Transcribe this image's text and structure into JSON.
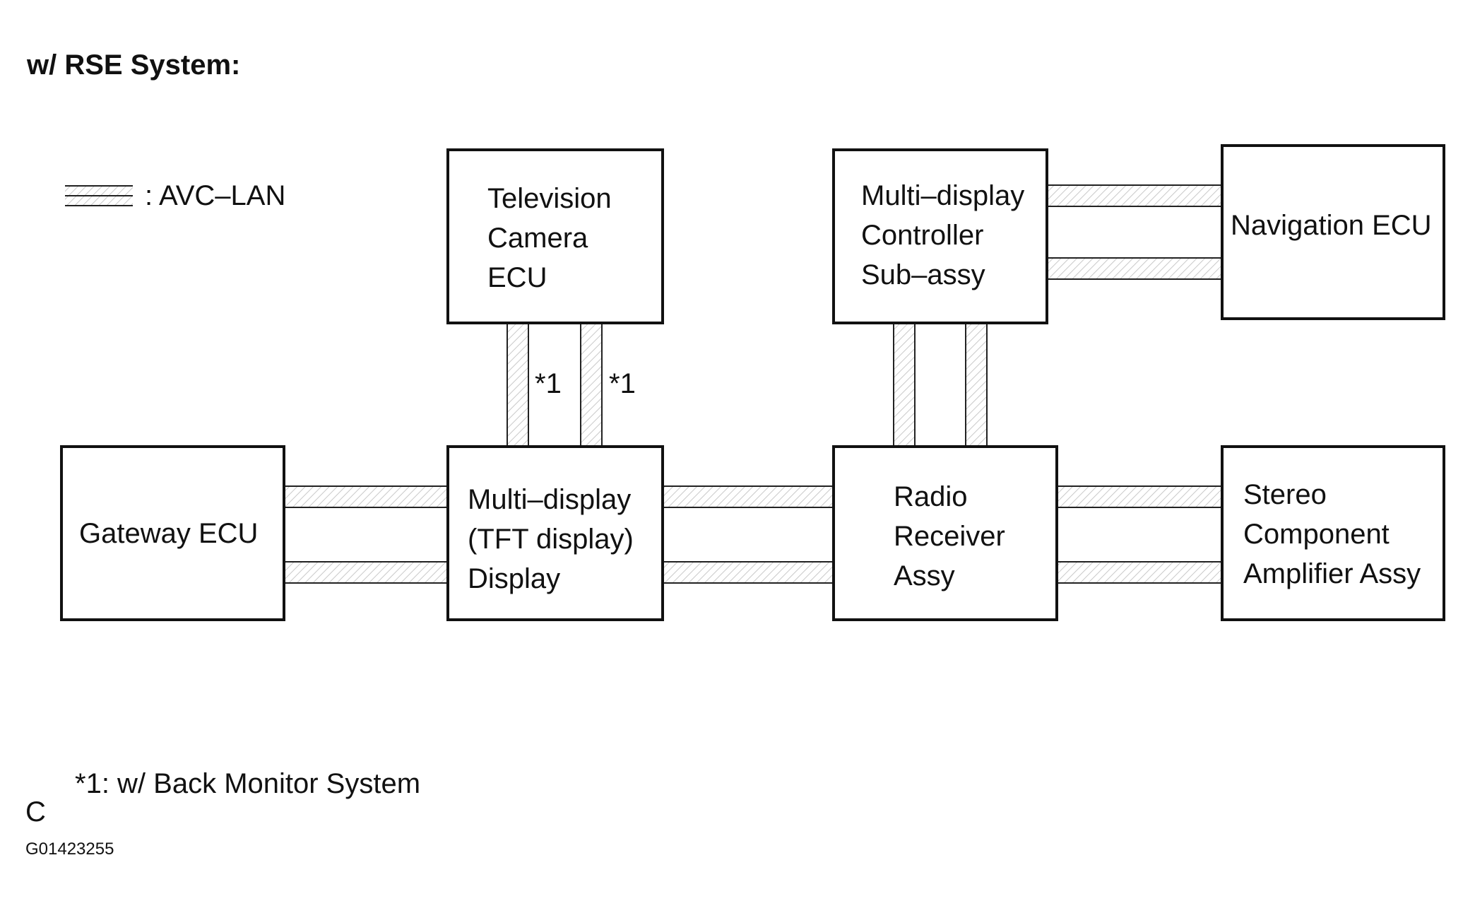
{
  "title": "w/ RSE System:",
  "legend": {
    "label": ": AVC–LAN"
  },
  "nodes": {
    "tv_camera": [
      "Television",
      "Camera",
      "ECU"
    ],
    "md_controller": [
      "Multi–display",
      "Controller",
      "Sub–assy"
    ],
    "navigation": [
      "Navigation ECU"
    ],
    "gateway": [
      "Gateway ECU"
    ],
    "multi_display": [
      "Multi–display",
      "(TFT display)",
      "Display"
    ],
    "radio": [
      "Radio",
      "Receiver",
      "Assy"
    ],
    "stereo": [
      "Stereo",
      "Component",
      "Amplifier Assy"
    ]
  },
  "markers": {
    "left": "*1",
    "right": "*1"
  },
  "footnote": "*1: w/ Back Monitor System",
  "code_letter": "C",
  "figure_id": "G01423255"
}
